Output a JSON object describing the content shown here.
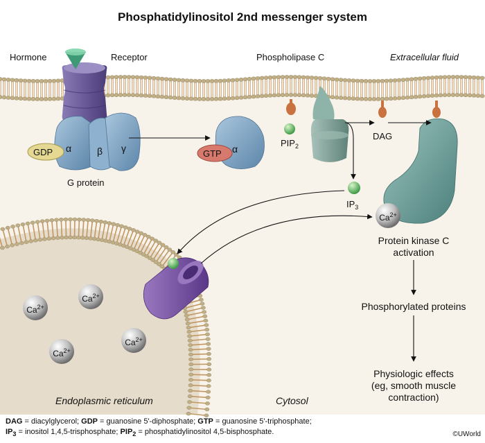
{
  "title": "Phosphatidylinositol 2nd messenger system",
  "labels": {
    "hormone": "Hormone",
    "receptor": "Receptor",
    "phospholipase_c": "Phospholipase C",
    "extracellular_fluid": "Extracellular fluid",
    "gdp": "GDP",
    "alpha": "α",
    "beta": "β",
    "gamma": "γ",
    "g_protein": "G protein",
    "gtp": "GTP",
    "pip": "PIP",
    "pip_sub": "2",
    "dag": "DAG",
    "ip": "IP",
    "ip_sub": "3",
    "ca": "Ca",
    "ca_charge": "2+",
    "pkc_activation": "Protein kinase C\nactivation",
    "phosphorylated_proteins": "Phosphorylated proteins",
    "physiologic_effects": "Physiologic effects\n(eg, smooth muscle\ncontraction)",
    "endoplasmic_reticulum": "Endoplasmic reticulum",
    "cytosol": "Cytosol"
  },
  "legend": {
    "line1": [
      {
        "term": "DAG",
        "definition": " = diacylglycerol; "
      },
      {
        "term": "GDP",
        "definition": " = guanosine 5'-diphosphate; "
      },
      {
        "term": "GTP",
        "definition": " = guanosine 5'-triphosphate;"
      }
    ],
    "line2": [
      {
        "term": "IP",
        "sub": "3",
        "definition": " = inositol 1,4,5-trisphosphate; "
      },
      {
        "term": "PIP",
        "sub": "2",
        "definition": " = phosphatidylinositol 4,5-bisphosphate."
      }
    ]
  },
  "copyright": "©UWorld",
  "colors": {
    "cytosol": "#f8f3ea",
    "er_lumen": "#e5dccb",
    "lipid_head": "#bfae86",
    "lipid_tail": "#c29762",
    "g_protein": "#7aa0bf",
    "receptor": "#6e5e9a",
    "hormone": "#56b08a",
    "plc": "#7fa198",
    "pkc": "#6b9f9b",
    "gdp": "#e0d38a",
    "gtp": "#d7796c",
    "ip3": "#6fbf6a",
    "dag": "#c9713f",
    "channel": "#7b56a3",
    "calcium": "#bcbcbc"
  }
}
